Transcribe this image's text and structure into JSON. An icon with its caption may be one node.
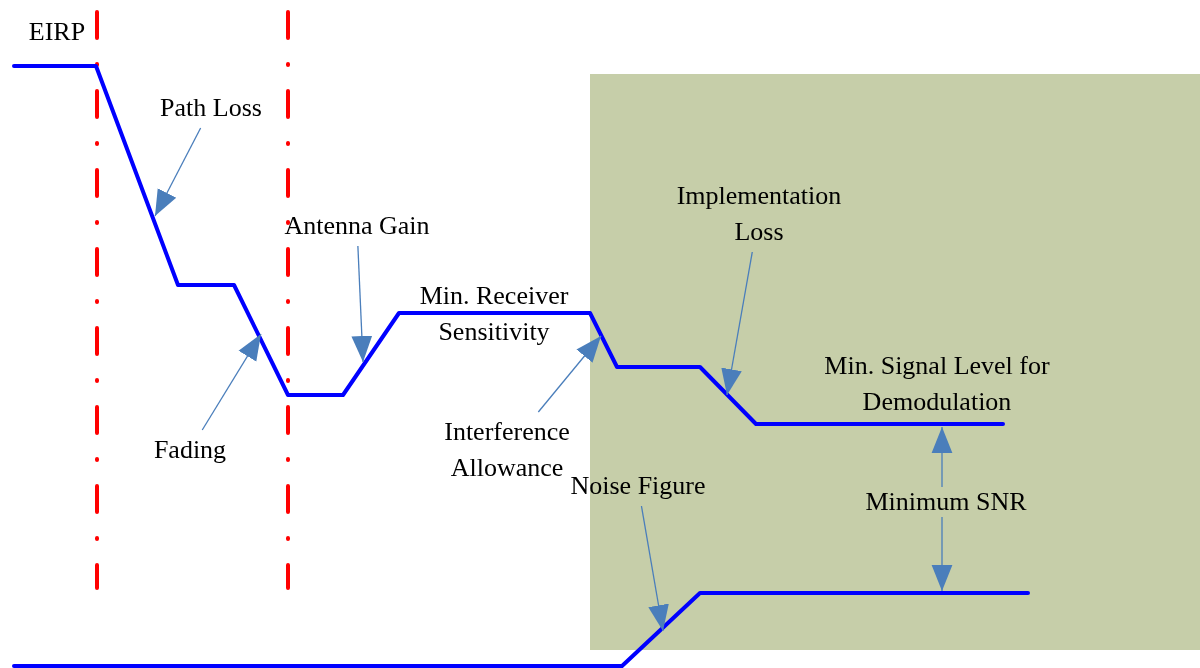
{
  "diagram": {
    "nodes": [
      {
        "text": [
          "Path Loss"
        ]
      },
      {
        "text": [
          "Fading"
        ]
      },
      {
        "text": [
          "Antenna Gain"
        ]
      },
      {
        "text": [
          "Interference Allowance"
        ]
      },
      {
        "text": [
          "Implementation Loss"
        ]
      },
      {
        "text": [
          "Noise Figure"
        ]
      }
    ],
    "edges": [
      {
        "from": 0,
        "to": null,
        "arrow": "to"
      },
      {
        "from": 1,
        "to": null,
        "arrow": "to"
      },
      {
        "from": 2,
        "to": null,
        "arrow": "to"
      },
      {
        "from": 3,
        "to": null,
        "arrow": "to"
      },
      {
        "from": 4,
        "to": null,
        "arrow": "to"
      },
      {
        "from": 5,
        "to": null,
        "arrow": "to"
      }
    ],
    "labels": [
      "EIRP",
      "Min. Receiver Sensitivity",
      "Min. Signal Level for Demodulation",
      "Minimum SNR"
    ]
  }
}
